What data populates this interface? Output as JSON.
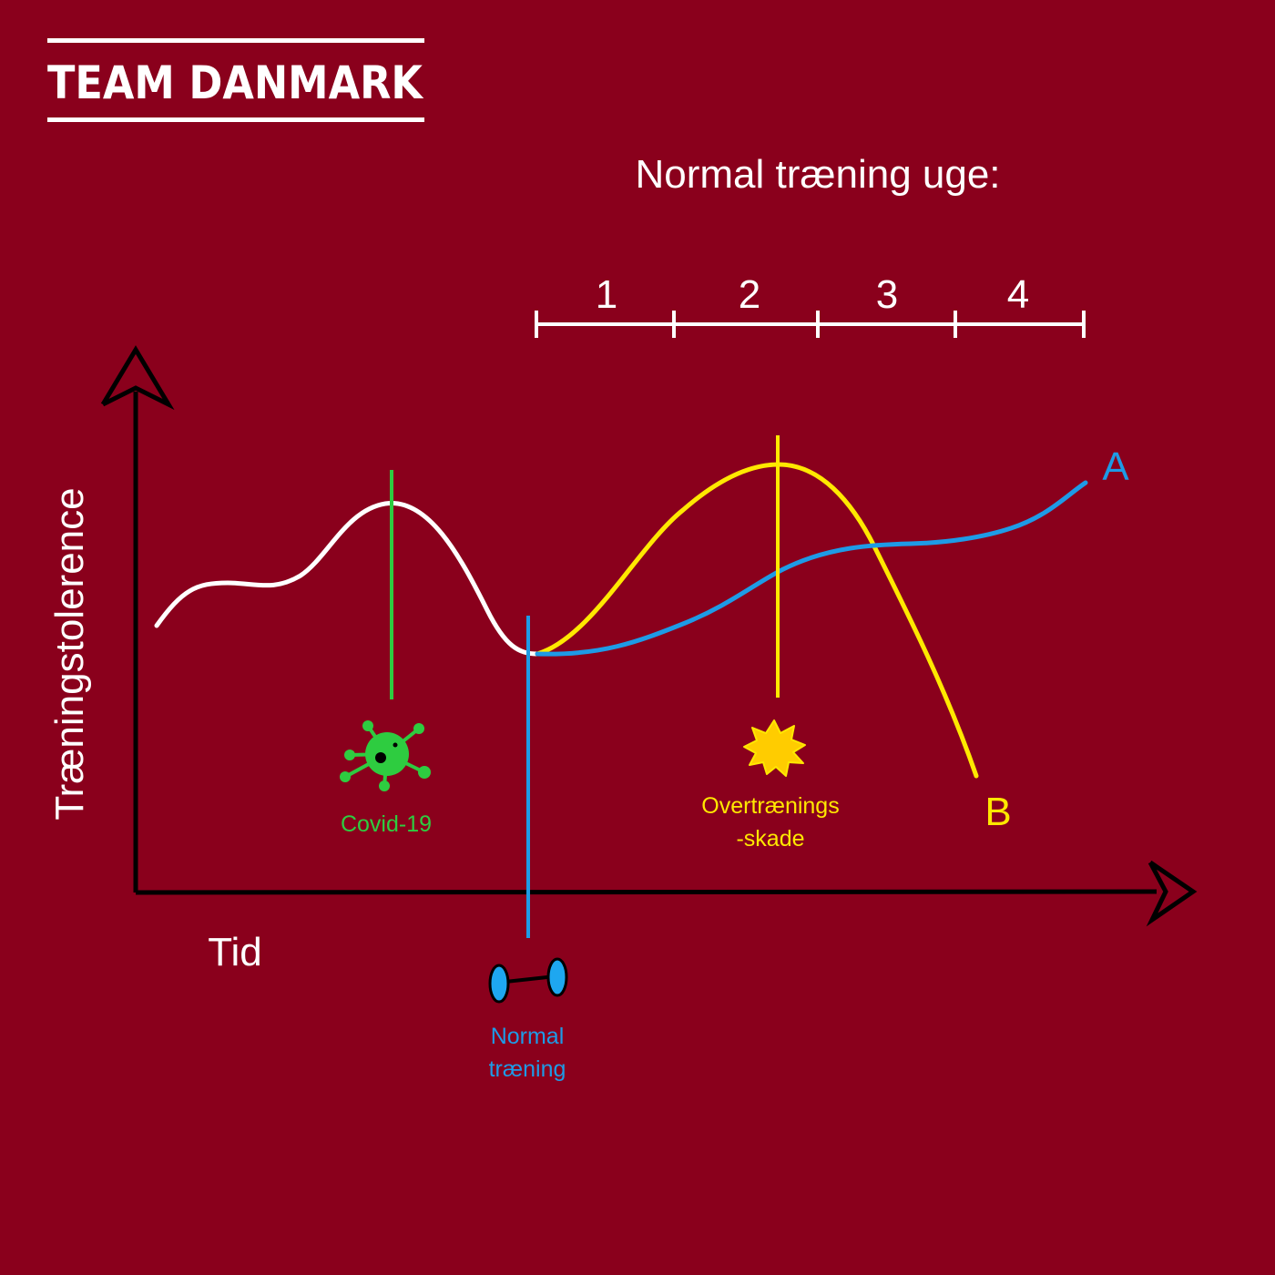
{
  "brand": {
    "logo_text": "TEAM DANMARK"
  },
  "diagram": {
    "week_scale_title": "Normal træning uge:",
    "weeks": [
      "1",
      "2",
      "3",
      "4"
    ],
    "y_axis_label": "Træningstolerence",
    "x_axis_label": "Tid",
    "curve_a_label": "A",
    "curve_b_label": "B",
    "events": {
      "covid": {
        "line1": "Covid-19"
      },
      "injury": {
        "line1": "Overtrænings",
        "line2": "-skade"
      },
      "training": {
        "line1": "Normal",
        "line2": "træning"
      }
    }
  },
  "colors": {
    "background": "#8a001c",
    "curve_white": "#ffffff",
    "curve_a_blue": "#1e9be6",
    "curve_b_yellow": "#ffe800",
    "covid_green": "#2ecc40",
    "axis": "#000000"
  },
  "icons": {
    "covid": "virus-icon",
    "injury": "starburst-icon",
    "training": "dumbbell-icon"
  }
}
